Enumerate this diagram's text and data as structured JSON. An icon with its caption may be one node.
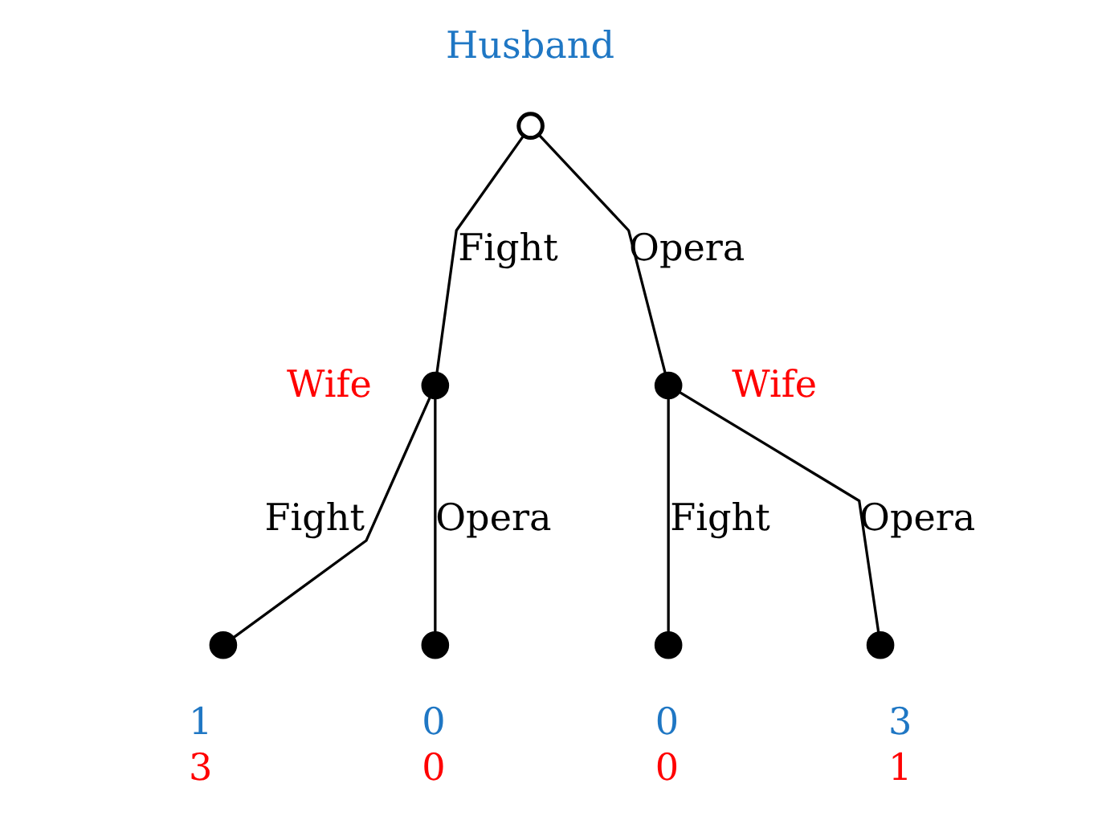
{
  "diagram": {
    "nodes": [
      {
        "text": [],
        "shape": "circle",
        "beside": [
          "Husband"
        ]
      },
      {
        "text": [],
        "shape": "circle",
        "beside": [
          "Wife"
        ]
      },
      {
        "text": [],
        "shape": "circle",
        "beside": [
          "Wife"
        ]
      },
      {
        "text": [],
        "shape": "circle",
        "beside": [
          "1",
          "3"
        ]
      },
      {
        "text": [],
        "shape": "circle",
        "beside": [
          "0",
          "0"
        ]
      },
      {
        "text": [],
        "shape": "circle",
        "beside": [
          "0",
          "0"
        ]
      },
      {
        "text": [],
        "shape": "circle",
        "beside": [
          "3",
          "1"
        ]
      }
    ],
    "edges": [
      {
        "from": 0,
        "to": 1,
        "arrow": "none",
        "label": "Fight"
      },
      {
        "from": 0,
        "to": 2,
        "arrow": "none",
        "label": "Opera"
      },
      {
        "from": 1,
        "to": 3,
        "arrow": "none",
        "label": "Fight"
      },
      {
        "from": 1,
        "to": 4,
        "arrow": "none",
        "label": "Opera"
      },
      {
        "from": 2,
        "to": 5,
        "arrow": "none",
        "label": "Fight"
      },
      {
        "from": 2,
        "to": 6,
        "arrow": "none",
        "label": "Opera"
      }
    ]
  }
}
